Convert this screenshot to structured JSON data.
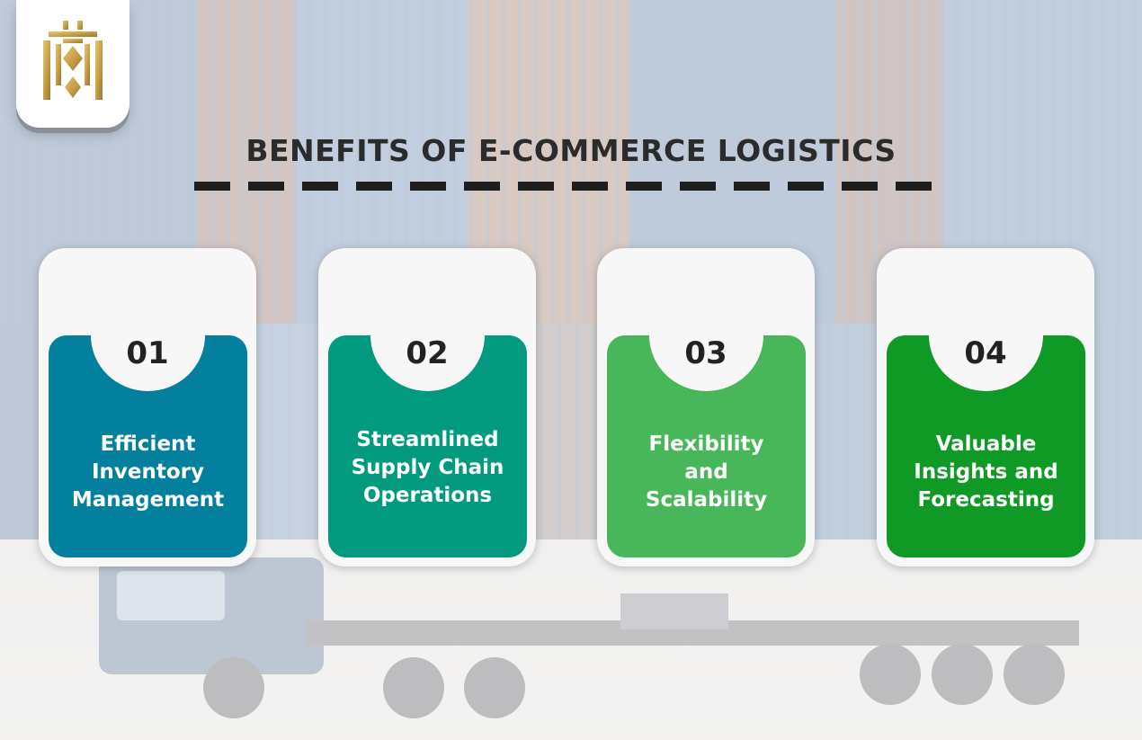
{
  "header": {
    "title": "BENEFITS OF E-COMMERCE LOGISTICS"
  },
  "logo": {
    "icon": "crown-shield-logo-icon",
    "color": "#c8a14a"
  },
  "cards": [
    {
      "number": "01",
      "label": "Efficient Inventory Management",
      "color": "#04809f"
    },
    {
      "number": "02",
      "label": "Streamlined Supply Chain Operations",
      "color": "#029a7e"
    },
    {
      "number": "03",
      "label": "Flexibility and Scalability",
      "color": "#47b75a"
    },
    {
      "number": "04",
      "label": "Valuable Insights and Forecasting",
      "color": "#0e9a24"
    }
  ],
  "background": {
    "scene": "shipping-containers-and-truck",
    "tint": "#f5f5f7"
  }
}
